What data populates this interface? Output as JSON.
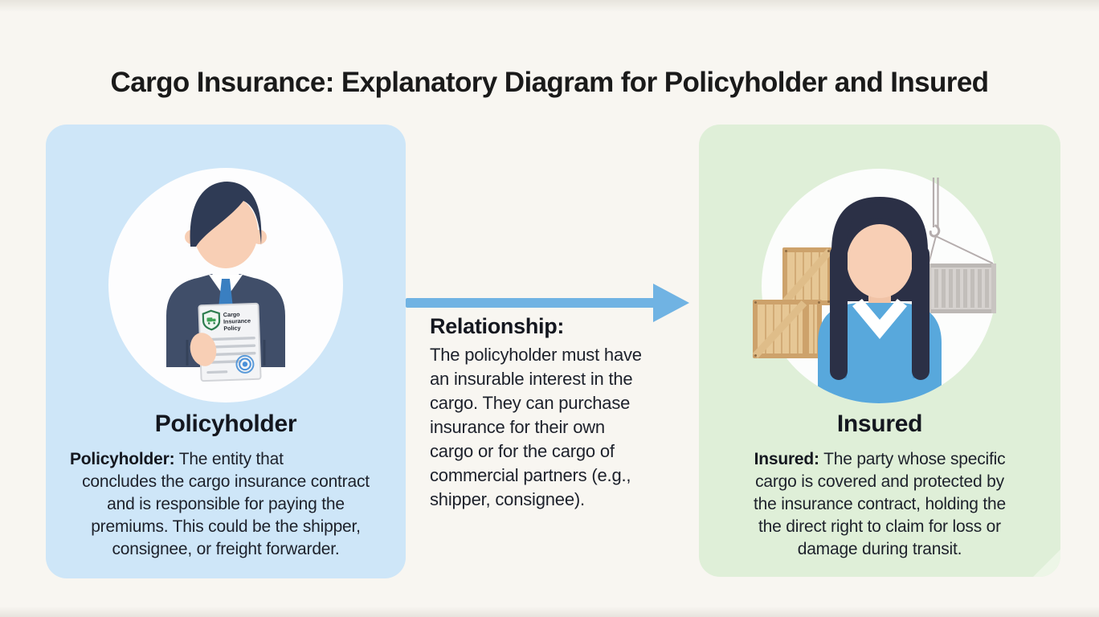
{
  "title": "Cargo Insurance: Explanatory Diagram for Policyholder and Insured",
  "colors": {
    "background": "#f8f6f1",
    "left_panel": "#cee6f8",
    "right_panel": "#dfefd8",
    "arrow": "#70b3e3",
    "heading_text": "#14171f",
    "body_text": "#1d212b"
  },
  "left_card": {
    "heading": "Policyholder",
    "body_lines": [
      [
        {
          "b": "Policyholder:"
        },
        {
          "t": " The entity that"
        }
      ],
      [
        {
          "t": "concludes the cargo insurance contract"
        }
      ],
      [
        {
          "t": "and is responsible for paying the"
        }
      ],
      [
        {
          "t": "premiums. This could be the shipper,"
        }
      ],
      [
        {
          "t": "consignee, or freight forwarder."
        }
      ]
    ],
    "document": {
      "line1": "Cargo",
      "line2": "Insurance",
      "line3": "Policy"
    }
  },
  "relationship": {
    "heading": "Relationship:",
    "body_lines": [
      [
        {
          "t": "The policyholder must have"
        }
      ],
      [
        {
          "t": "an insurable interest in the"
        }
      ],
      [
        {
          "t": "cargo. They can purchase"
        }
      ],
      [
        {
          "t": "insurance for their own"
        }
      ],
      [
        {
          "t": "cargo or for the cargo of"
        }
      ],
      [
        {
          "t": "commercial partners (e.g.,"
        }
      ],
      [
        {
          "t": "shipper, consignee)."
        }
      ]
    ]
  },
  "right_card": {
    "heading": "Insured",
    "body_lines": [
      [
        {
          "b": "Insured:"
        },
        {
          "t": " The party whose specific"
        }
      ],
      [
        {
          "t": "cargo is covered and protected by"
        }
      ],
      [
        {
          "t": "the insurance contract, holding the"
        }
      ],
      [
        {
          "t": "the direct right to claim for loss or"
        }
      ],
      [
        {
          "t": "damage during transit."
        }
      ]
    ]
  }
}
